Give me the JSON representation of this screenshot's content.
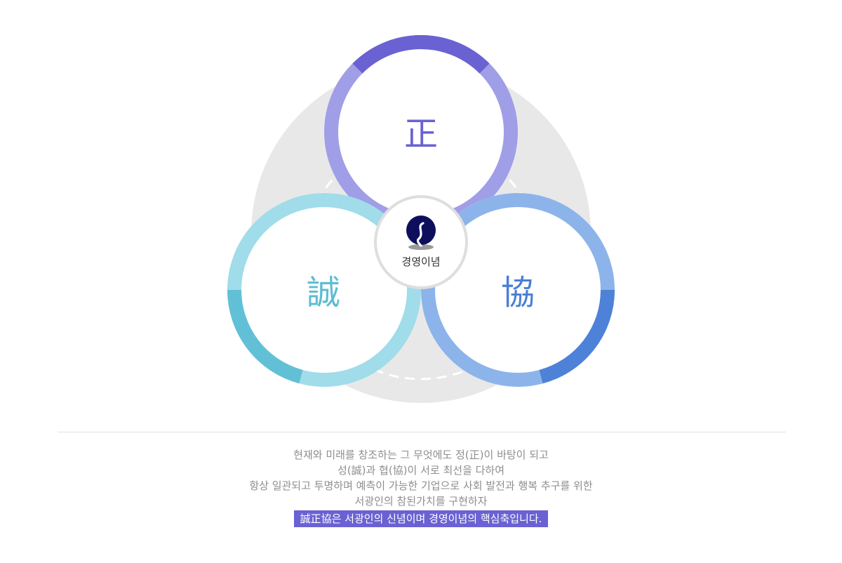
{
  "diagram": {
    "top_circle_char": "正",
    "left_circle_char": "誠",
    "right_circle_char": "協",
    "center_label": "경영이념",
    "colors": {
      "background_disc": "#e8e8e8",
      "top_light": "#a09ee6",
      "top_dark": "#6a62d2",
      "left_light": "#a0dcea",
      "left_dark": "#62c0d6",
      "right_light": "#8cb4ea",
      "right_dark": "#4e82d8",
      "top_text": "#6a62d2",
      "left_text": "#5cbdd2",
      "right_text": "#4a7fd4",
      "logo": "#0d0f5c"
    }
  },
  "description": {
    "lines": [
      "현재와 미래를 창조하는 그 무엇에도 정(正)이 바탕이 되고",
      "성(誠)과 협(協)이 서로 최선을 다하여",
      "항상 일관되고 투명하며 예측이 가능한 기업으로 사회 발전과 행복 추구를 위한",
      "서광인의 참된가치를 구현하자"
    ],
    "highlight": "誠正協은 서광인의 신념이며 경영이념의 핵심축입니다."
  }
}
